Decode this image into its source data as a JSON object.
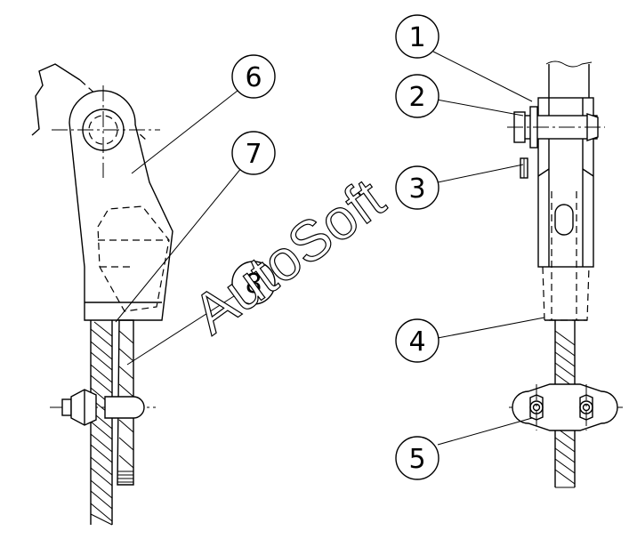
{
  "callouts": [
    "1",
    "2",
    "3",
    "4",
    "5",
    "6",
    "7",
    "8"
  ],
  "watermark": "AutoSoft",
  "colors": {
    "line": "#000000",
    "background": "#ffffff"
  }
}
